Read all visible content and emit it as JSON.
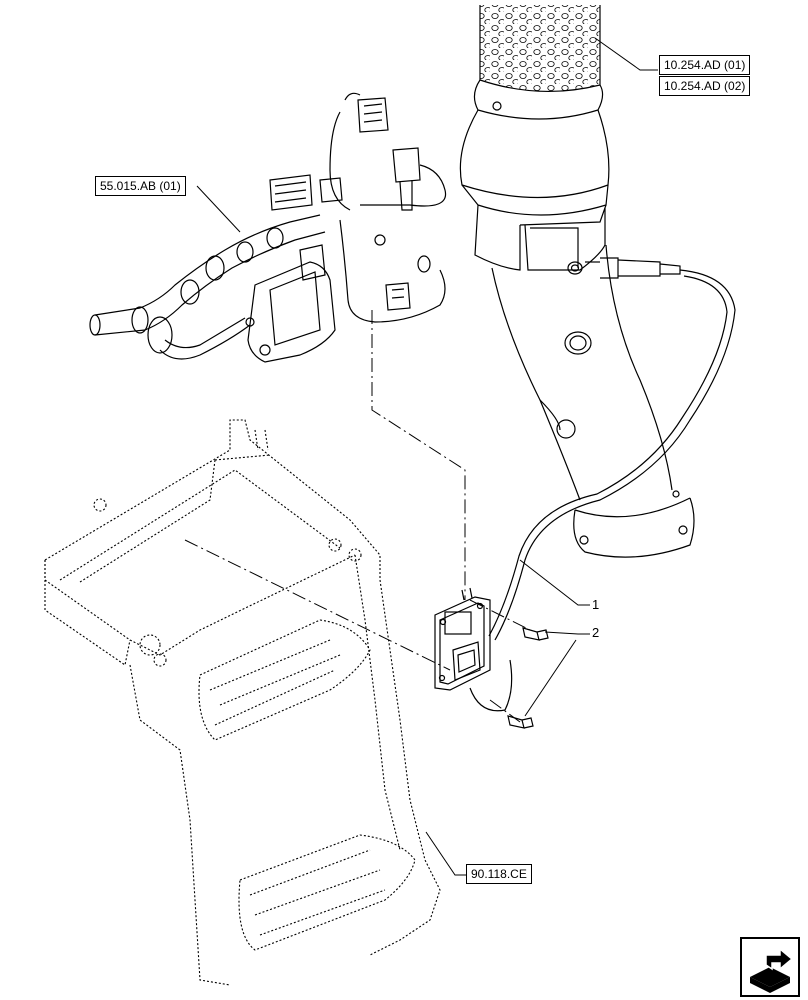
{
  "references": {
    "exhaust_top_1": "10.254.AD (01)",
    "exhaust_top_2": "10.254.AD (02)",
    "harness": "55.015.AB (01)",
    "frame": "90.118.CE"
  },
  "callouts": {
    "item_1": "1",
    "item_2": "2"
  },
  "icons": {
    "next_page": "next-page-arrow-icon"
  }
}
